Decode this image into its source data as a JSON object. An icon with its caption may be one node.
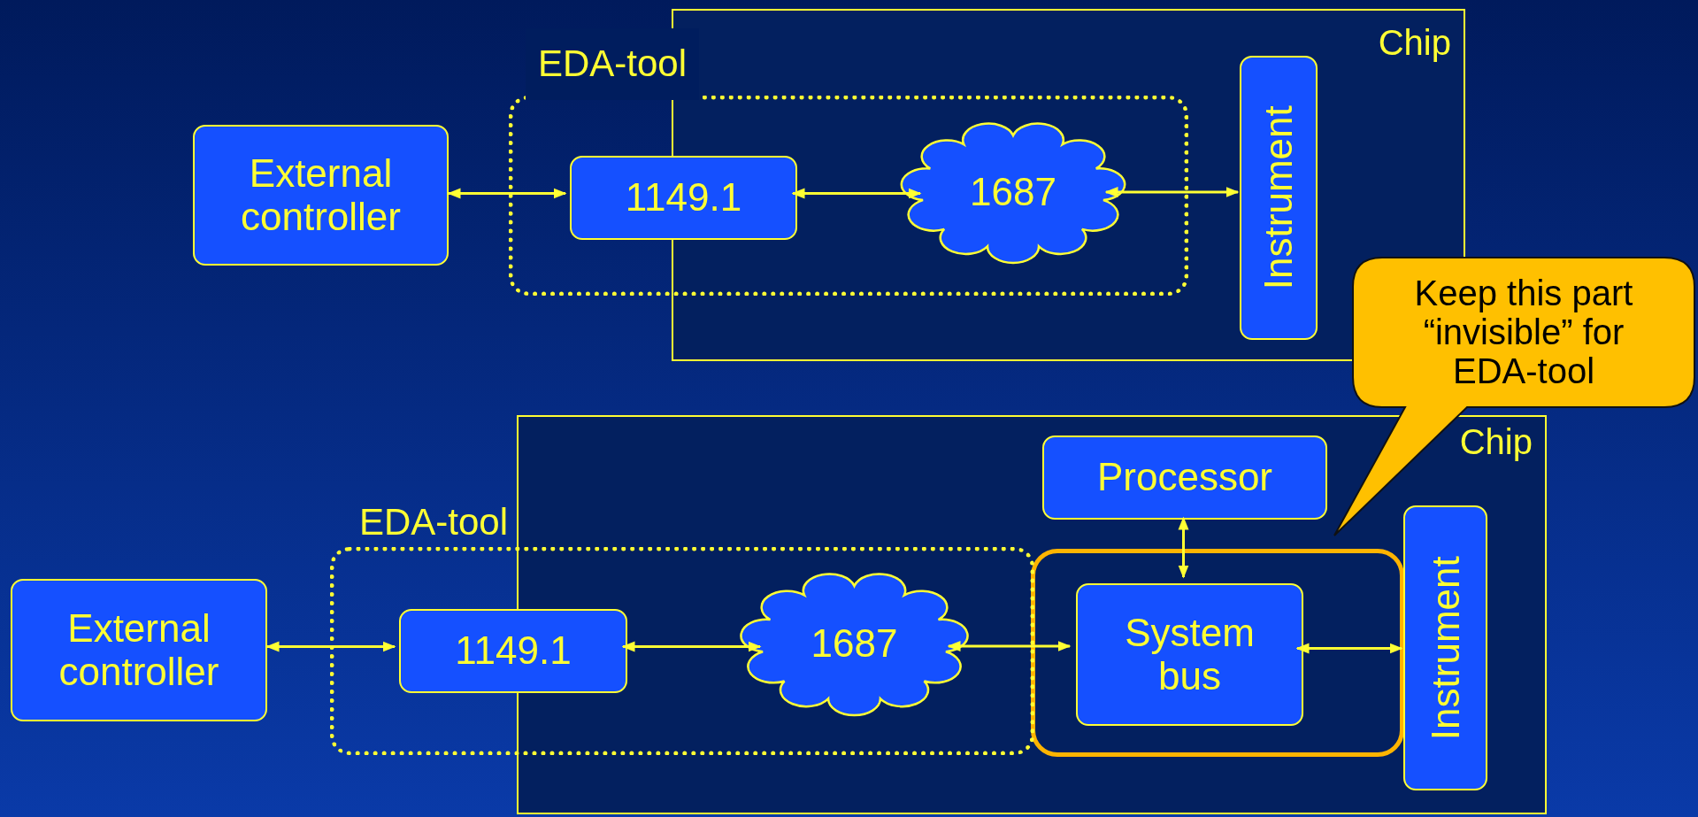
{
  "diagram": {
    "nodes": [
      {
        "text": [
          "Chip"
        ]
      },
      {
        "text": [
          "EDA-tool"
        ]
      },
      {
        "text": [
          "External controller"
        ]
      },
      {
        "text": [
          "1149.1"
        ],
        "in": 1
      },
      {
        "text": [
          "1687"
        ]
      },
      {
        "text": [
          "Instrument"
        ],
        "in": 0
      },
      {
        "text": [
          "Chip"
        ]
      },
      {
        "text": [
          "EDA-tool"
        ]
      },
      {
        "text": [
          "External controller"
        ]
      },
      {
        "text": [
          "1149.1"
        ],
        "in": 7
      },
      {
        "text": [
          "1687"
        ]
      },
      {
        "text": [],
        "shape": "box",
        "in": 6
      },
      {
        "text": [
          "Processor"
        ],
        "in": 6
      },
      {
        "text": [
          "System bus"
        ],
        "in": 11
      },
      {
        "text": [
          "Instrument"
        ],
        "in": 6
      },
      {
        "text": [
          "Keep this part “invisible” for EDA-tool"
        ]
      }
    ],
    "edges": [
      {
        "from": 2,
        "to": 3,
        "arrow": "both"
      },
      {
        "from": 3,
        "to": 4,
        "arrow": "both"
      },
      {
        "from": 4,
        "to": 5,
        "arrow": "both"
      },
      {
        "from": 8,
        "to": 9,
        "arrow": "both"
      },
      {
        "from": 9,
        "to": 10,
        "arrow": "both"
      },
      {
        "from": 10,
        "to": 13,
        "arrow": "both"
      },
      {
        "from": 13,
        "to": 14,
        "arrow": "both"
      },
      {
        "from": 12,
        "to": 13,
        "arrow": "both"
      }
    ]
  }
}
